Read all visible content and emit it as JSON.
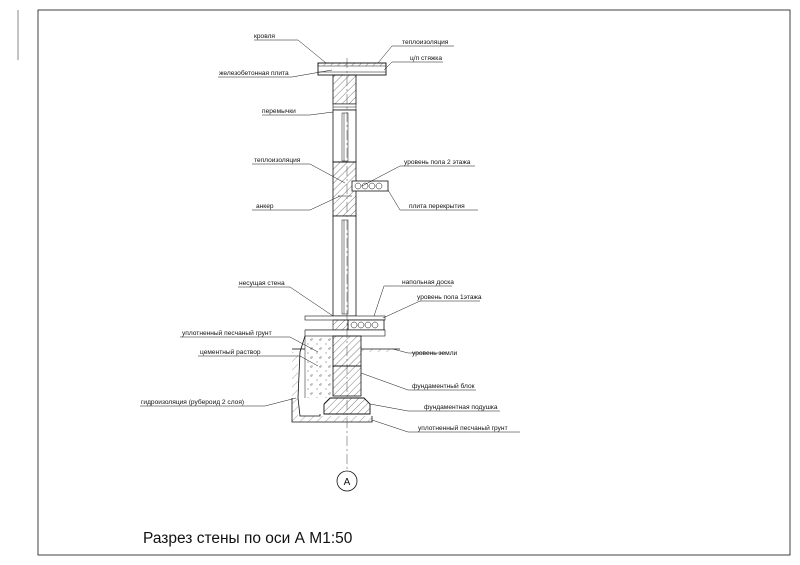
{
  "title": "Разрез стены по оси А М1:50",
  "axis_marker": "А",
  "labels": {
    "roof": "кровля",
    "insulation_top": "теплоизоляция",
    "screed": "ц/п стяжка",
    "rc_slab": "железобетонная плита",
    "lintels": "перемычки",
    "insulation_mid": "теплоизоляция",
    "floor2_level": "уровень пола 2 этажа",
    "anchor": "анкер",
    "floor_slab": "плита перекрытия",
    "bearing_wall": "несущая стена",
    "floor_board": "напольная доска",
    "floor1_level": "уровень пола 1этажа",
    "compacted_sand_top": "уплотненный песчаный грунт",
    "cement_mortar": "цементный раствор",
    "ground_level": "уровень земли",
    "foundation_block": "фундаментный блок",
    "waterproofing": "гидроизоляция (рубероид 2 слоя)",
    "foundation_pad": "фундаментная подушка",
    "compacted_sand_bottom": "уплотненный песчаный грунт"
  }
}
